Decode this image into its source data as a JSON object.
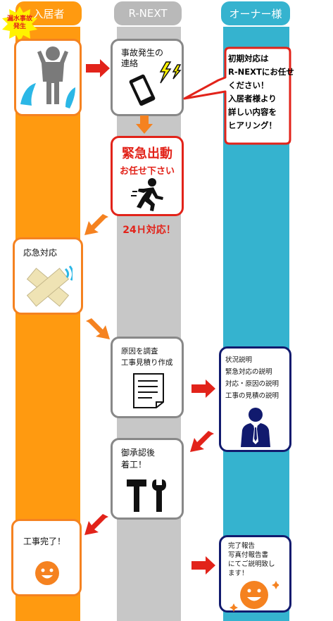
{
  "lanes": {
    "resident": "入居者",
    "rnext": "R-NEXT",
    "owner": "オーナー様"
  },
  "badge": "漏水事故\n発生",
  "steps": {
    "contact": "事故発生の\n連絡",
    "bubble": "初期対応は\nR-NEXTにお任せ\nください！\n入居者様より\n詳しい内容を\nヒアリング！",
    "dispatch_title": "緊急出動",
    "dispatch_sub": "お任せ下さい",
    "dispatch_24h": "24Ｈ対応！",
    "emergency": "応急対応",
    "investigate": "原因を調査\n工事見積り作成",
    "explain": "状況説明\n緊急対応の説明\n対応・原因の説明\n工事の見積の説明",
    "approval": "御承認後\n着工！",
    "done_resident": "工事完了！",
    "done_owner": "完了報告\n写真付報告書\nにてご説明致し\nます！"
  },
  "colors": {
    "resident_lane": "#ff9a10",
    "rnext_lane": "#c7c7c7",
    "owner_lane": "#35b3cf",
    "alert_red": "#e2231a",
    "owner_navy": "#111a6e"
  }
}
